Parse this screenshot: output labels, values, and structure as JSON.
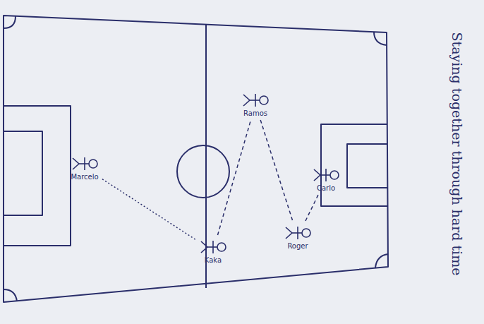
{
  "diagram": {
    "title": "Staying together through hard time",
    "nodes": [
      {
        "text": [
          "Marcelo"
        ]
      },
      {
        "text": [
          "Kaka"
        ]
      },
      {
        "text": [
          "Ramos"
        ]
      },
      {
        "text": [
          "Roger"
        ]
      },
      {
        "text": [
          "Carlo"
        ]
      }
    ],
    "edges": [
      {
        "from": 0,
        "to": 1,
        "arrow": "none"
      },
      {
        "from": 1,
        "to": 2,
        "arrow": "none"
      },
      {
        "from": 2,
        "to": 3,
        "arrow": "none"
      },
      {
        "from": 3,
        "to": 4,
        "arrow": "none"
      }
    ]
  }
}
